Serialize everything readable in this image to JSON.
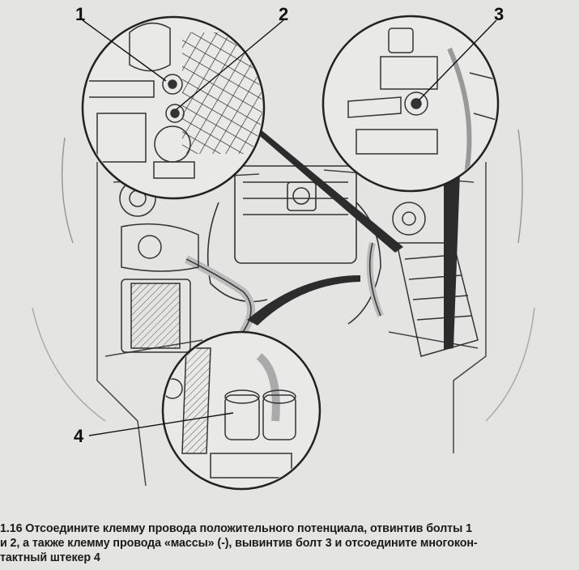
{
  "figure": {
    "callouts": [
      "1",
      "2",
      "3",
      "4"
    ]
  },
  "caption": {
    "lines": [
      "1.16 Отсоедините клемму провода положительного потенциала, отвинтив болты 1",
      "и 2, а также клемму провода «массы» (-), вывинтив болт 3 и отсоедините многокон-",
      "тактный штекер 4"
    ]
  }
}
